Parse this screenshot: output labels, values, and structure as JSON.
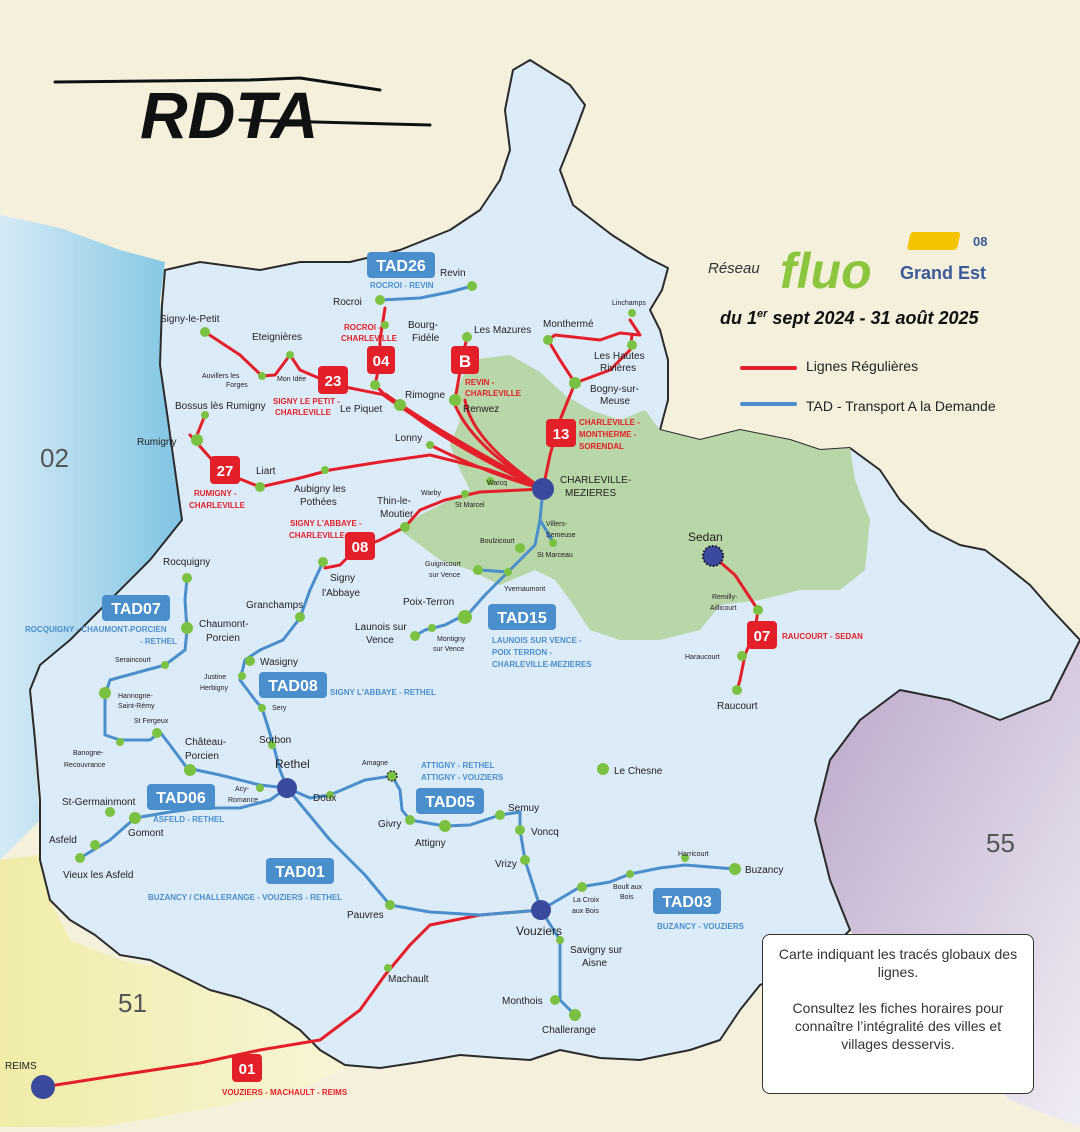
{
  "title": "RDTA",
  "network": {
    "prefix": "Réseau",
    "brand": "fluo",
    "brand_sub": "Grand Est",
    "badge": "08",
    "period_pre": "du 1",
    "period_sup": "er",
    "period_post": " sept 2024 - 31 août 2025"
  },
  "legend": {
    "regular": "Lignes Régulières",
    "tad": "TAD - Transport A la Demande"
  },
  "departments": {
    "d02": "02",
    "d51": "51",
    "d55": "55"
  },
  "info": {
    "line1": "Carte indiquant les tracés globaux des lignes.",
    "line2": "Consultez les fiches horaires pour connaître l’intégralité des villes et villages desservis."
  },
  "colors": {
    "regular": "#e3202a",
    "tad": "#4a8fcc",
    "urban": "#b8d6a8",
    "dept": "#dcebf8",
    "stop": "#7cc242",
    "hub": "#3b4a9c"
  },
  "lines": [
    {
      "code": "TAD26",
      "desc": "ROCROI - REVIN"
    },
    {
      "code": "04",
      "desc1": "ROCROI -",
      "desc2": "CHARLEVILLE"
    },
    {
      "code": "B",
      "desc1": "REVIN -",
      "desc2": "CHARLEVILLE"
    },
    {
      "code": "23",
      "desc1": "SIGNY LE PETIT -",
      "desc2": "CHARLEVILLE"
    },
    {
      "code": "13",
      "desc1": "CHARLEVILLE -",
      "desc2": "MONTHERME -",
      "desc3": "SORENDAL"
    },
    {
      "code": "27",
      "desc1": "RUMIGNY -",
      "desc2": "CHARLEVILLE"
    },
    {
      "code": "08",
      "desc1": "SIGNY L'ABBAYE -",
      "desc2": "CHARLEVILLE"
    },
    {
      "code": "TAD07",
      "desc1": "ROCQUIGNY - CHAUMONT-PORCIEN",
      "desc2": "- RETHEL"
    },
    {
      "code": "TAD15",
      "desc1": "LAUNOIS SUR VENCE -",
      "desc2": "POIX TERRON -",
      "desc3": "CHARLEVILLE-MEZIERES"
    },
    {
      "code": "07",
      "desc": "RAUCOURT - SEDAN"
    },
    {
      "code": "TAD08",
      "desc": "SIGNY L'ABBAYE - RETHEL"
    },
    {
      "code": "TAD06",
      "desc": "ASFELD - RETHEL"
    },
    {
      "code": "TAD05",
      "desc1": "ATTIGNY - RETHEL",
      "desc2": "ATTIGNY - VOUZIERS"
    },
    {
      "code": "TAD01",
      "desc": "BUZANCY / CHALLERANGE - VOUZIERS - RETHEL"
    },
    {
      "code": "TAD03",
      "desc": "BUZANCY - VOUZIERS"
    },
    {
      "code": "01",
      "desc": "VOUZIERS - MACHAULT - REIMS"
    }
  ],
  "towns": {
    "revin": "Revin",
    "rocroi": "Rocroi",
    "bourg1": "Bourg-",
    "bourg2": "Fidèle",
    "signy_petit": "Signy-le-Petit",
    "eteignieres": "Eteignières",
    "auvillers1": "Auvillers les",
    "auvillers2": "Forges",
    "mon_idee": "Mon Idée",
    "le_piquet": "Le Piquet",
    "rimogne": "Rimogne",
    "les_mazures": "Les Mazures",
    "renwez": "Renwez",
    "montherme": "Monthermé",
    "linchamps": "Linchamps",
    "hautes1": "Les Hautes",
    "hautes2": "Rivières",
    "bogny1": "Bogny-sur-",
    "bogny2": "Meuse",
    "bossus": "Bossus lès Rumigny",
    "rumigny": "Rumigny",
    "lonny": "Lonny",
    "liart": "Liart",
    "aubigny1": "Aubigny les",
    "aubigny2": "Pothées",
    "warcq": "Warcq",
    "charleville1": "CHARLEVILLE-",
    "charleville2": "MEZIERES",
    "warby": "Warby",
    "st_marcel": "St Marcel",
    "thin1": "Thin-le-",
    "thin2": "Moutier",
    "villers1": "Villers-",
    "villers2": "Semeuse",
    "st_marceau": "St Marceau",
    "boulzicourt": "Boulzicourt",
    "sedan": "Sedan",
    "rocquigny": "Rocquigny",
    "signy_abbaye1": "Signy",
    "signy_abbaye2": "l'Abbaye",
    "guignicourt1": "Guignicourt",
    "guignicourt2": "sur Vence",
    "yvernaumont": "Yvernaumont",
    "granchamps": "Granchamps",
    "poix_terron": "Poix-Terron",
    "chaumont1": "Chaumont-",
    "chaumont2": "Porcien",
    "launois1": "Launois sur",
    "launois2": "Vence",
    "montigny1": "Montigny",
    "montigny2": "sur Vence",
    "remilly1": "Remilly-",
    "remilly2": "Aillicourt",
    "seraincourt": "Seraincourt",
    "wasigny": "Wasigny",
    "justine1": "Justine",
    "justine2": "Herbigny",
    "haraucourt": "Haraucourt",
    "hannogne1": "Hannogne-",
    "hannogne2": "Saint-Rémy",
    "sery": "Sery",
    "raucourt": "Raucourt",
    "st_fergeux": "St Fergeux",
    "chateau1": "Château-",
    "chateau2": "Porcien",
    "sorbon": "Sorbon",
    "banogne1": "Banogne-",
    "banogne2": "Recouvrance",
    "rethel": "Rethel",
    "amagne": "Amagne",
    "le_chesne": "Le Chesne",
    "acy1": "Acy-",
    "acy2": "Romance",
    "doux": "Doux",
    "st_germainmont": "St-Germainmont",
    "semuy": "Semuy",
    "gomont": "Gomont",
    "givry": "Givry",
    "asfeld": "Asfeld",
    "voncq": "Voncq",
    "attigny": "Attigny",
    "harricourt": "Harricourt",
    "vieux_asfeld": "Vieux les Asfeld",
    "vrizy": "Vrizy",
    "buzancy": "Buzancy",
    "boult1": "Boult aux",
    "boult2": "Bois",
    "croix1": "La Croix",
    "croix2": "aux Bois",
    "pauvres": "Pauvres",
    "vouziers": "Vouziers",
    "savigny1": "Savigny sur",
    "savigny2": "Aisne",
    "machault": "Machault",
    "monthois": "Monthois",
    "challerange": "Challerange",
    "reims": "REIMS"
  }
}
